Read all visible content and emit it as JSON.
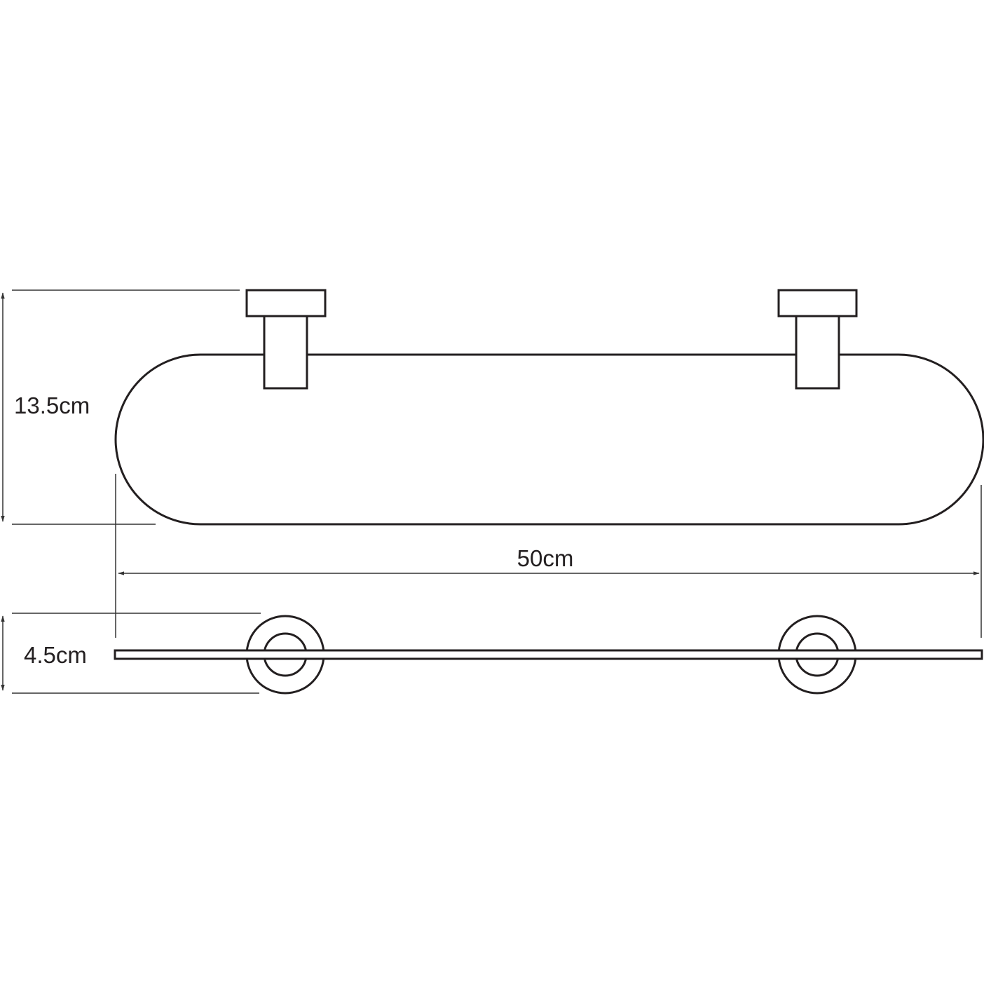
{
  "diagram": {
    "type": "technical-drawing",
    "subject": "glass shelf with two wall brackets",
    "colors": {
      "line": "#231f20",
      "dimension_line": "#333333",
      "background": "#ffffff"
    },
    "dimensions": {
      "height": {
        "label": "13.5cm"
      },
      "width": {
        "label": "50cm"
      },
      "depth": {
        "label": "4.5cm"
      }
    },
    "views": [
      {
        "name": "top-view",
        "description": "rounded rectangle shelf with two rectangular brackets"
      },
      {
        "name": "front-view",
        "description": "thin shelf strip with two circular bracket mounts"
      }
    ]
  }
}
